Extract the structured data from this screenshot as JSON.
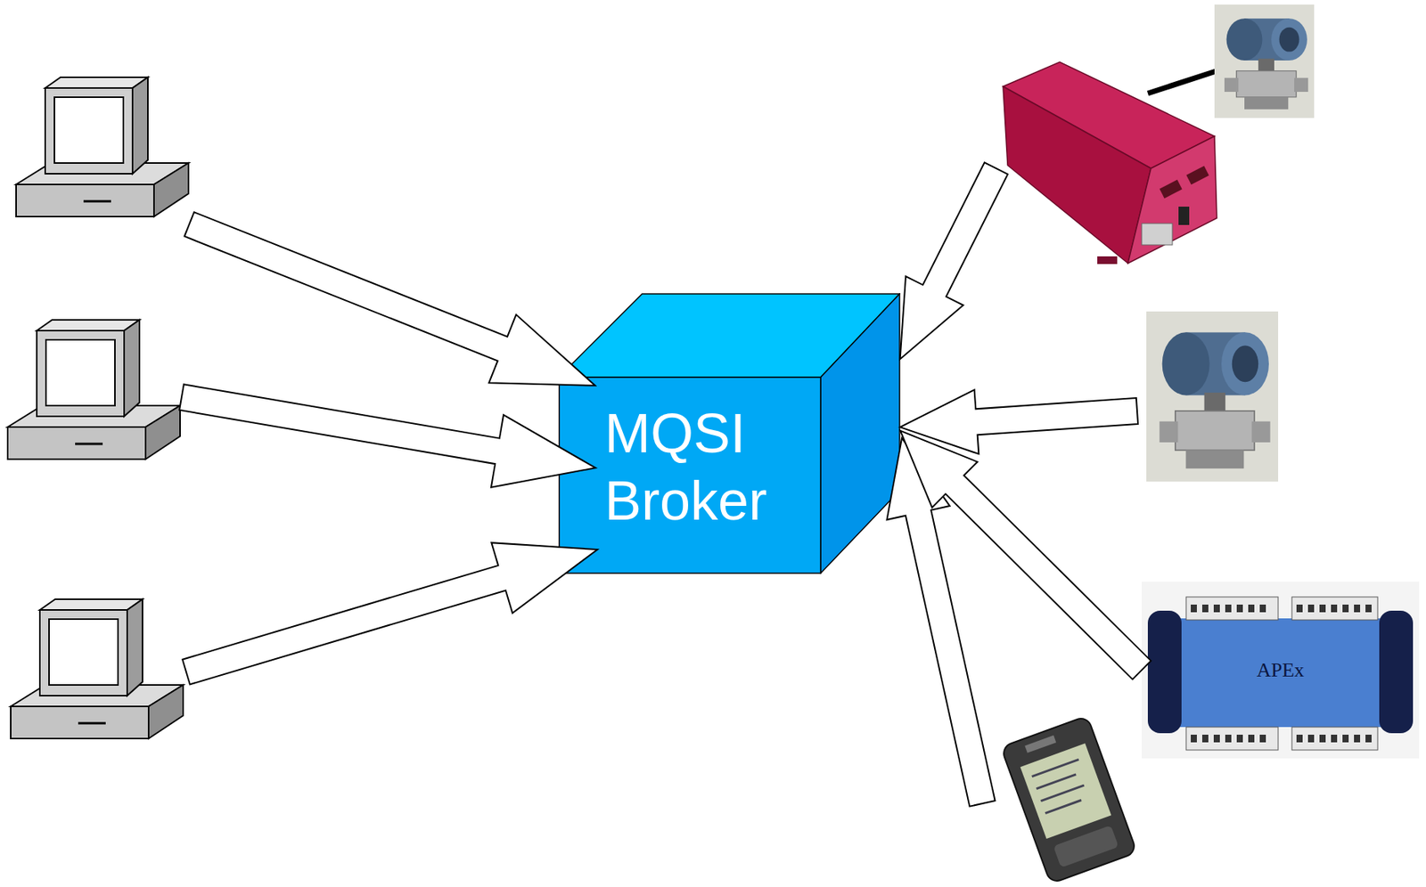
{
  "diagram": {
    "nodes": [
      {
        "text": [
          "MQSI Broker"
        ]
      },
      {
        "text": [
          "APEx"
        ]
      }
    ],
    "edges": [
      {
        "from": 1,
        "to": 0,
        "arrow": "to"
      }
    ]
  }
}
